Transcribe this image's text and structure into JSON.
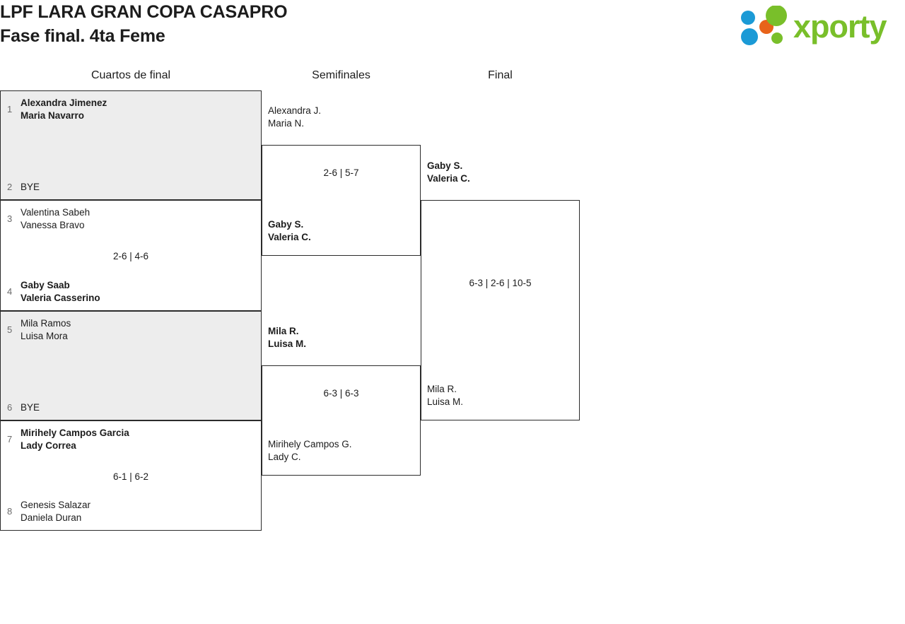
{
  "header": {
    "title": "LPF LARA GRAN COPA CASAPRO",
    "phase": "Fase final. 4ta Feme",
    "logo": {
      "wordmark": "xporty",
      "dot_colors": [
        "#1b9ad6",
        "#e8631a",
        "#79bf2a"
      ]
    }
  },
  "rounds": [
    {
      "id": "quarterfinals",
      "label": "Cuartos de final"
    },
    {
      "id": "semifinals",
      "label": "Semifinales"
    },
    {
      "id": "final",
      "label": "Final"
    }
  ],
  "matches": {
    "qf1": {
      "top": {
        "seed": "1",
        "names": "Alexandra Jimenez\nMaria Navarro",
        "winner": true
      },
      "bottom": {
        "seed": "2",
        "names": "BYE",
        "winner": false
      },
      "score": "",
      "bye": true
    },
    "qf2": {
      "top": {
        "seed": "3",
        "names": "Valentina Sabeh\nVanessa Bravo",
        "winner": false
      },
      "bottom": {
        "seed": "4",
        "names": "Gaby Saab\nValeria Casserino",
        "winner": true
      },
      "score": "2-6 | 4-6",
      "bye": false
    },
    "qf3": {
      "top": {
        "seed": "5",
        "names": "Mila Ramos\nLuisa Mora",
        "winner": false
      },
      "bottom": {
        "seed": "6",
        "names": "BYE",
        "winner": false
      },
      "score": "",
      "bye": true
    },
    "qf4": {
      "top": {
        "seed": "7",
        "names": "Mirihely Campos Garcia\nLady Correa",
        "winner": true
      },
      "bottom": {
        "seed": "8",
        "names": "Genesis Salazar\nDaniela Duran",
        "winner": false
      },
      "score": "6-1 | 6-2",
      "bye": false
    },
    "sf1": {
      "top": {
        "seed": "",
        "names": "Alexandra J.\nMaria N.",
        "winner": false
      },
      "bottom": {
        "seed": "",
        "names": "Gaby S.\nValeria C.",
        "winner": true
      },
      "score": "2-6 | 5-7",
      "bye": false
    },
    "sf2": {
      "top": {
        "seed": "",
        "names": "Mila R.\nLuisa M.",
        "winner": true
      },
      "bottom": {
        "seed": "",
        "names": "Mirihely Campos G.\nLady C.",
        "winner": false
      },
      "score": "6-3 | 6-3",
      "bye": false
    },
    "final": {
      "top": {
        "seed": "",
        "names": "Gaby S.\nValeria C.",
        "winner": true
      },
      "bottom": {
        "seed": "",
        "names": "Mila R.\nLuisa M.",
        "winner": false
      },
      "score": "6-3 | 2-6 | 10-5",
      "bye": false
    }
  }
}
